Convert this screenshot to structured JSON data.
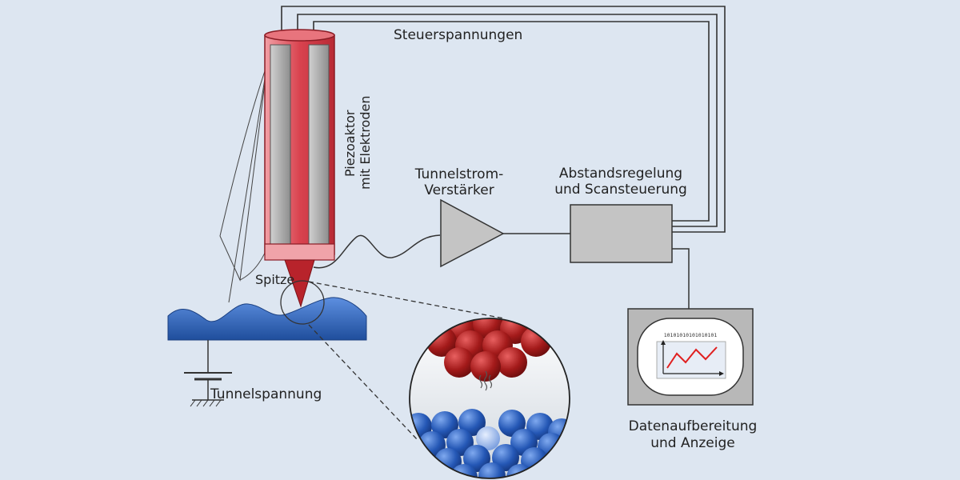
{
  "labels": {
    "control_voltages": "Steuerspannungen",
    "piezo_line1": "Piezoaktor",
    "piezo_line2": "mit Elektroden",
    "amplifier_line1": "Tunnelstrom-",
    "amplifier_line2": "Verstärker",
    "controller_line1": "Abstandsregelung",
    "controller_line2": "und Scansteuerung",
    "tip": "Spitze",
    "tunnel_voltage": "Tunnelspannung",
    "display_line1": "Datenaufbereitung",
    "display_line2": "und Anzeige",
    "bitstream": "10101010101010101"
  },
  "colors": {
    "background": "#dde6f1",
    "piezo_red": "#d9434f",
    "electrode_gray": "#a9a9a9",
    "tip_red": "#b8232b",
    "sample_blue": "#2a62b8",
    "atom_red": "#a31a1a",
    "atom_blue": "#2457b5",
    "device_gray": "#c4c4c4",
    "graph_line": "#e02020"
  }
}
